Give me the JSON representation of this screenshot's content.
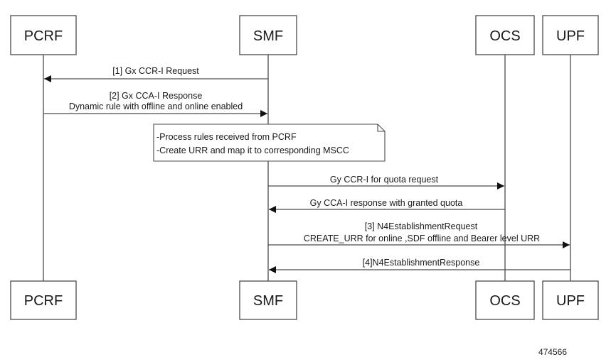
{
  "participants": [
    {
      "id": "pcrf",
      "label": "PCRF"
    },
    {
      "id": "smf",
      "label": "SMF"
    },
    {
      "id": "ocs",
      "label": "OCS"
    },
    {
      "id": "upf",
      "label": "UPF"
    }
  ],
  "messages": [
    {
      "from": "smf",
      "to": "pcrf",
      "lines": [
        "[1] Gx CCR-I Request"
      ]
    },
    {
      "from": "pcrf",
      "to": "smf",
      "lines": [
        "[2] Gx CCA-I Response",
        "Dynamic rule with offline and online enabled"
      ]
    },
    {
      "from": "smf",
      "to": "ocs",
      "lines": [
        "Gy CCR-I for quota request"
      ]
    },
    {
      "from": "ocs",
      "to": "smf",
      "lines": [
        "Gy CCA-I response with granted quota"
      ]
    },
    {
      "from": "smf",
      "to": "upf",
      "lines": [
        "[3] N4EstablishmentRequest",
        "CREATE_URR for online ,SDF offline and Bearer level URR"
      ]
    },
    {
      "from": "upf",
      "to": "smf",
      "lines": [
        "[4]N4EstablishmentResponse"
      ]
    }
  ],
  "note": {
    "lines": [
      "-Process rules received from PCRF",
      "-Create URR and map it to corresponding MSCC"
    ]
  },
  "figure_number": "474566",
  "colors": {
    "stroke": "#4a4a4a",
    "text": "#1a1a1a",
    "background": "#ffffff"
  }
}
